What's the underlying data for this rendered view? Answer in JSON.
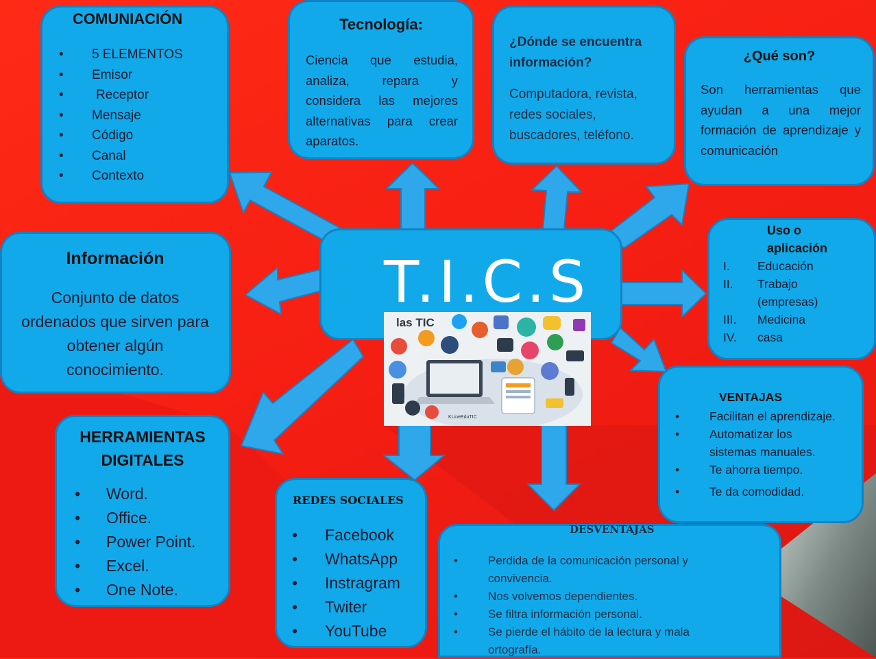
{
  "center": {
    "title": "T.I.C.S",
    "image_caption": "las TIC",
    "image_logo": "KLineEduTIC"
  },
  "comunicacion": {
    "title": "COMUNIACIÓN",
    "items": [
      "5 ELEMENTOS",
      "Emisor",
      "Receptor",
      "Mensaje",
      "Código",
      "Canal",
      "Contexto"
    ]
  },
  "tecnologia": {
    "title": "Tecnología:",
    "text": "Ciencia que estudia, analiza, repara y considera las mejores alternativas para crear aparatos."
  },
  "donde": {
    "title": "¿Dónde se encuentra información?",
    "text": "Computadora, revista, redes sociales, buscadores, teléfono."
  },
  "que_son": {
    "title": "¿Qué son?",
    "text": "Son herramientas que ayudan a una mejor formación de aprendizaje y comunicación"
  },
  "informacion": {
    "title": "Información",
    "text": "Conjunto de datos ordenados que sirven para obtener algún conocimiento."
  },
  "uso": {
    "title_line1": "Uso o",
    "title_line2": "aplicación",
    "items": [
      {
        "num": "I.",
        "label": "Educación"
      },
      {
        "num": "II.",
        "label": "Trabajo (empresas)"
      },
      {
        "num": "III.",
        "label": "Medicina"
      },
      {
        "num": "IV.",
        "label": "casa"
      }
    ]
  },
  "herramientas": {
    "title_line1": "HERRAMIENTAS",
    "title_line2": "DIGITALES",
    "items": [
      "Word.",
      "Office.",
      "Power Point.",
      "Excel.",
      "One Note."
    ]
  },
  "redes": {
    "title": "REDES SOCIALES",
    "items": [
      "Facebook",
      "WhatsApp",
      "Instragram",
      "Twiter",
      "YouTube"
    ]
  },
  "ventajas": {
    "title": "VENTAJAS",
    "items": [
      "Facilitan el aprendizaje.",
      "Automatizar los sistemas manuales.",
      "Te ahorra tiempo.",
      "Te da comodidad."
    ]
  },
  "desventajas": {
    "title": "DESVENTAJAS",
    "items": [
      "Perdida de la comunicación personal y convivencia.",
      "Nos volvemos dependientes.",
      "Se filtra información personal.",
      "Se pierde el hábito de la lectura y mala ortografía."
    ]
  },
  "colors": {
    "background": "#f41d12",
    "box": "#12a9ea",
    "box_border": "#1083c4",
    "arrow": "#2ea8ea"
  },
  "bullet": "•"
}
